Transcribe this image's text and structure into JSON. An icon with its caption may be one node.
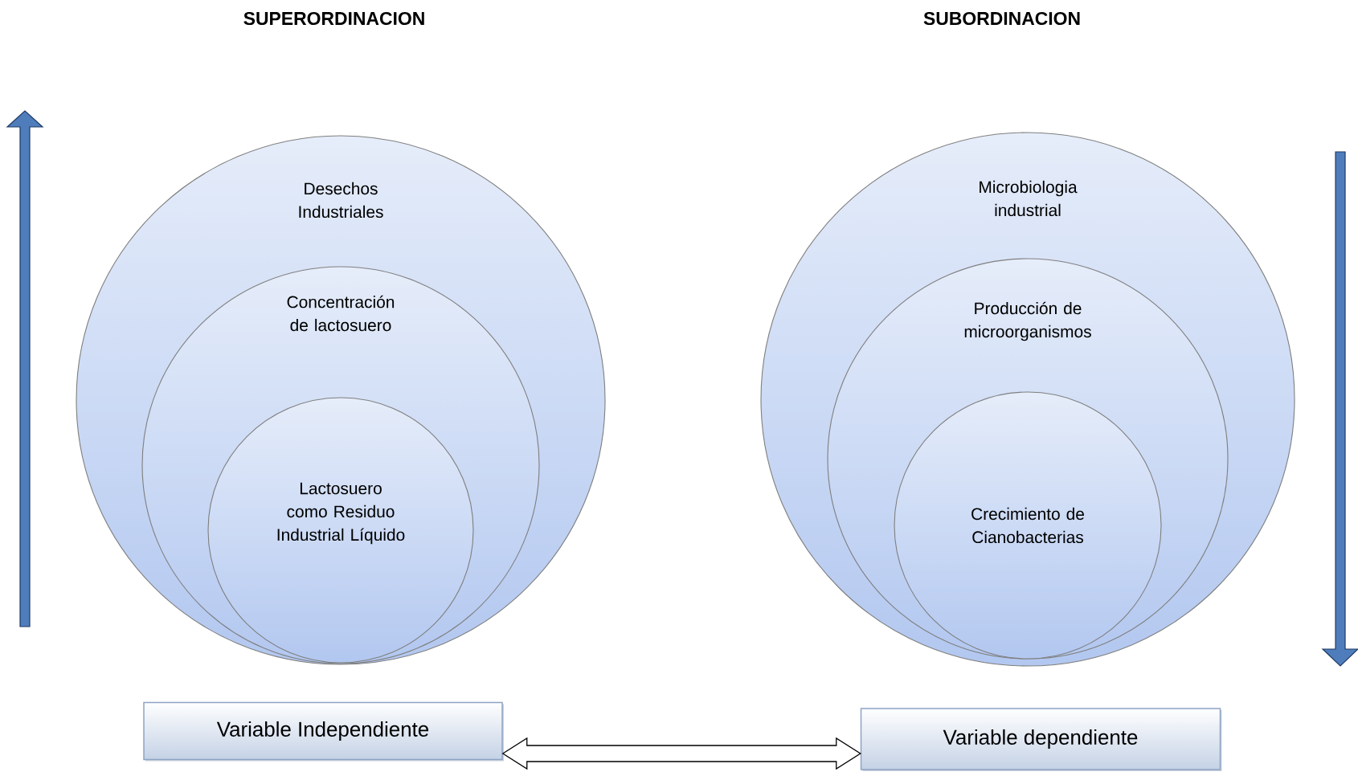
{
  "diagram": {
    "nodes": [
      {
        "text": [
          "Desechos Industriales"
        ]
      },
      {
        "text": [
          "Concentración de lactosuero"
        ],
        "in": 0
      },
      {
        "text": [
          "Lactosuero como Residuo Industrial Líquido"
        ],
        "in": 1
      },
      {
        "text": [
          "Microbiologia industrial"
        ]
      },
      {
        "text": [
          "Producción de microorganismos"
        ],
        "in": 3
      },
      {
        "text": [
          "Crecimiento de Cianobacterias"
        ],
        "in": 4
      },
      {
        "text": [
          "Variable Independiente"
        ]
      },
      {
        "text": [
          "Variable dependiente"
        ]
      }
    ],
    "edges": [
      {
        "from": 6,
        "to": 7,
        "arrow": "both"
      }
    ],
    "labels": [
      "SUPERORDINACION",
      "SUBORDINACION"
    ]
  }
}
